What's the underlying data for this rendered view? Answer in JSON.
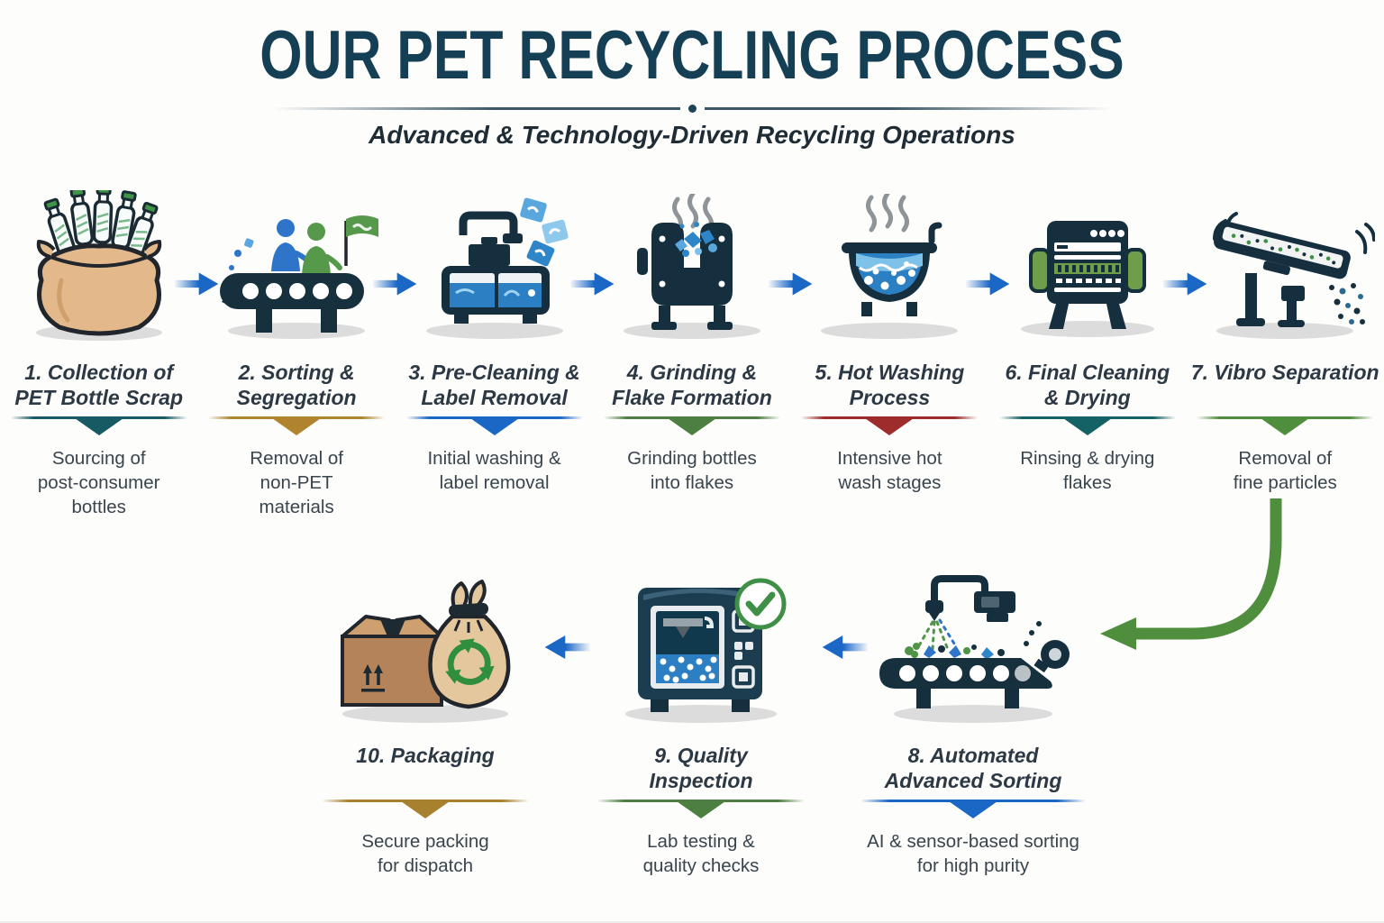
{
  "header": {
    "title": "OUR PET RECYCLING PROCESS",
    "subtitle": "Advanced & Technology-Driven Recycling Operations"
  },
  "colors": {
    "title_text": "#153f54",
    "arrow_blue": "#1b67c6",
    "flow_green": "#4f8e3d"
  },
  "steps": [
    {
      "num": 1,
      "title": "1. Collection of\nPET Bottle Scrap",
      "description": "Sourcing of\npost-consumer\nbottles",
      "accent": "#175a63",
      "icon": "pet-bottle-sack"
    },
    {
      "num": 2,
      "title": "2. Sorting &\nSegregation",
      "description": "Removal of\nnon-PET\nmaterials",
      "accent": "#b0832e",
      "icon": "sorting-conveyor"
    },
    {
      "num": 3,
      "title": "3. Pre-Cleaning &\nLabel Removal",
      "description": "Initial washing &\nlabel removal",
      "accent": "#1b67c6",
      "icon": "pre-cleaning-tank"
    },
    {
      "num": 4,
      "title": "4. Grinding &\nFlake Formation",
      "description": "Grinding bottles\ninto flakes",
      "accent": "#4d8040",
      "icon": "grinder"
    },
    {
      "num": 5,
      "title": "5. Hot Washing\nProcess",
      "description": "Intensive hot\nwash stages",
      "accent": "#9e2c2c",
      "icon": "hot-wash-pot"
    },
    {
      "num": 6,
      "title": "6. Final Cleaning\n& Drying",
      "description": "Rinsing & drying\nflakes",
      "accent": "#156266",
      "icon": "drying-machine"
    },
    {
      "num": 7,
      "title": "7. Vibro Separation",
      "description": "Removal of\nfine particles",
      "accent": "#4f8e3d",
      "icon": "vibro-separator"
    },
    {
      "num": 8,
      "title": "8. Automated\nAdvanced Sorting",
      "description": "AI & sensor-based sorting\nfor high purity",
      "accent": "#1b67c6",
      "icon": "automated-sorting-line"
    },
    {
      "num": 9,
      "title": "9. Quality\nInspection",
      "description": "Lab testing &\nquality checks",
      "accent": "#4d8040",
      "icon": "inspection-oven"
    },
    {
      "num": 10,
      "title": "10. Packaging",
      "description": "Secure packing\nfor dispatch",
      "accent": "#a8812f",
      "icon": "packed-box-and-sack"
    }
  ]
}
